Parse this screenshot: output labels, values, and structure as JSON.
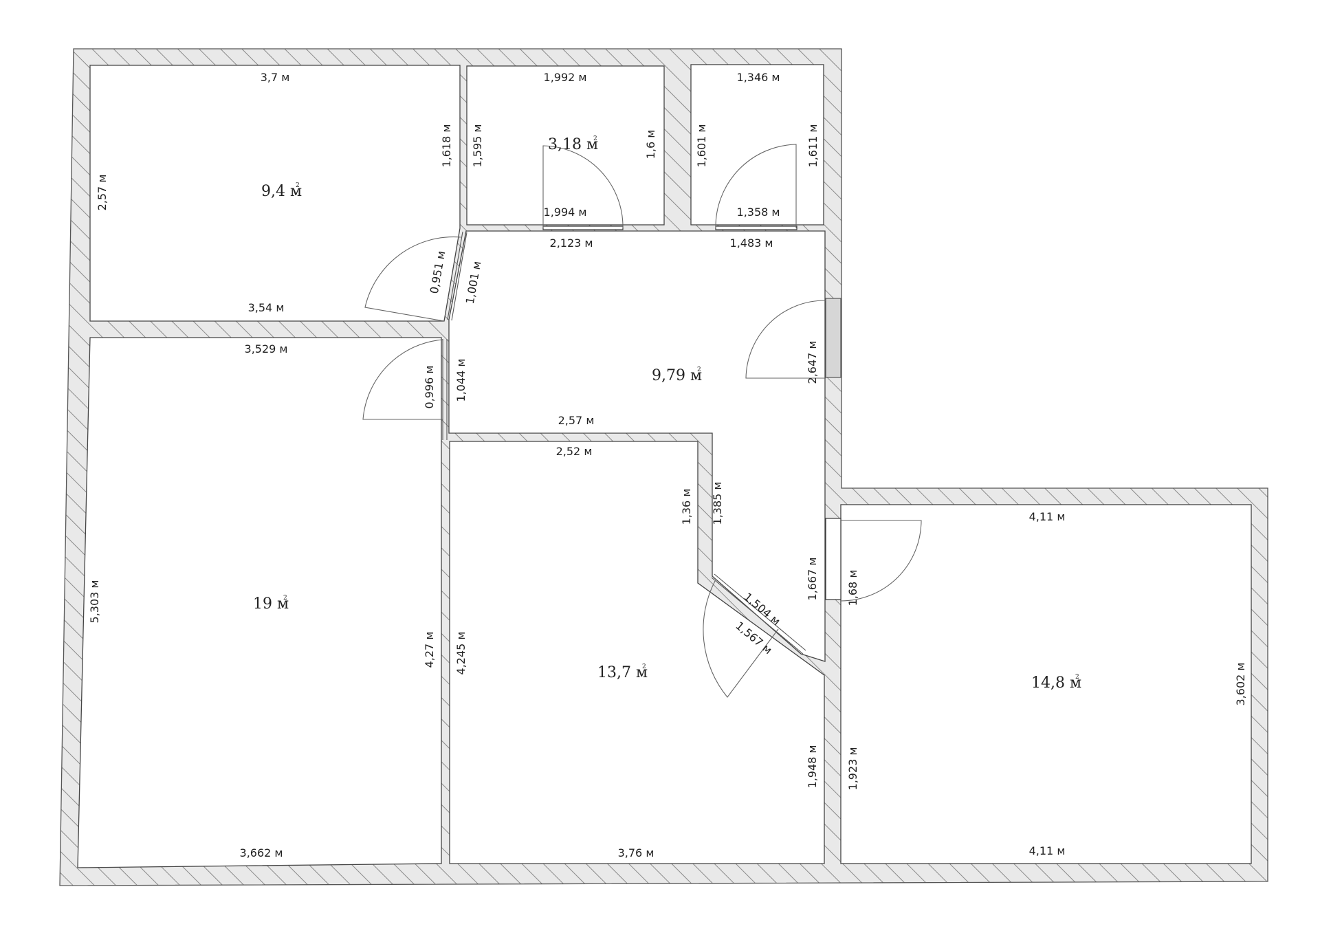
{
  "rooms": [
    {
      "name": "room-top-left",
      "area": "9,4 м",
      "sup": "2"
    },
    {
      "name": "room-small-1",
      "area": "3,18 м",
      "sup": "2"
    },
    {
      "name": "room-hall",
      "area": "9,79 м",
      "sup": "2"
    },
    {
      "name": "room-large-left",
      "area": "19 м",
      "sup": "2"
    },
    {
      "name": "room-center",
      "area": "13,7 м",
      "sup": "2"
    },
    {
      "name": "room-right",
      "area": "14,8 м",
      "sup": "2"
    }
  ],
  "dims": {
    "d1": "3,7 м",
    "d2": "1,992 м",
    "d3": "1,346 м",
    "d4": "1,618 м",
    "d5": "1,595 м",
    "d6": "1,6 м",
    "d7": "1,601 м",
    "d8": "1,611 м",
    "d9": "2,57 м",
    "d10": "1,994 м",
    "d11": "1,358 м",
    "d12": "2,123 м",
    "d13": "1,483 м",
    "d14": "0,951 м",
    "d15": "1,001 м",
    "d16": "3,54 м",
    "d17": "3,529 м",
    "d18": "2,647 м",
    "d19": "0,996 м",
    "d20": "1,044 м",
    "d21": "2,57 м",
    "d22": "2,52 м",
    "d23": "1,36 м",
    "d24": "1,385 м",
    "d25": "4,11 м",
    "d26": "1,667 м",
    "d27": "1,68 м",
    "d28": "1,504 м",
    "d29": "1,567 м",
    "d30": "5,303 м",
    "d31": "4,27 м",
    "d32": "4,245 м",
    "d33": "3,602 м",
    "d34": "1,948 м",
    "d35": "1,923 м",
    "d36": "3,662 м",
    "d37": "3,76 м",
    "d38": "4,11 м"
  }
}
